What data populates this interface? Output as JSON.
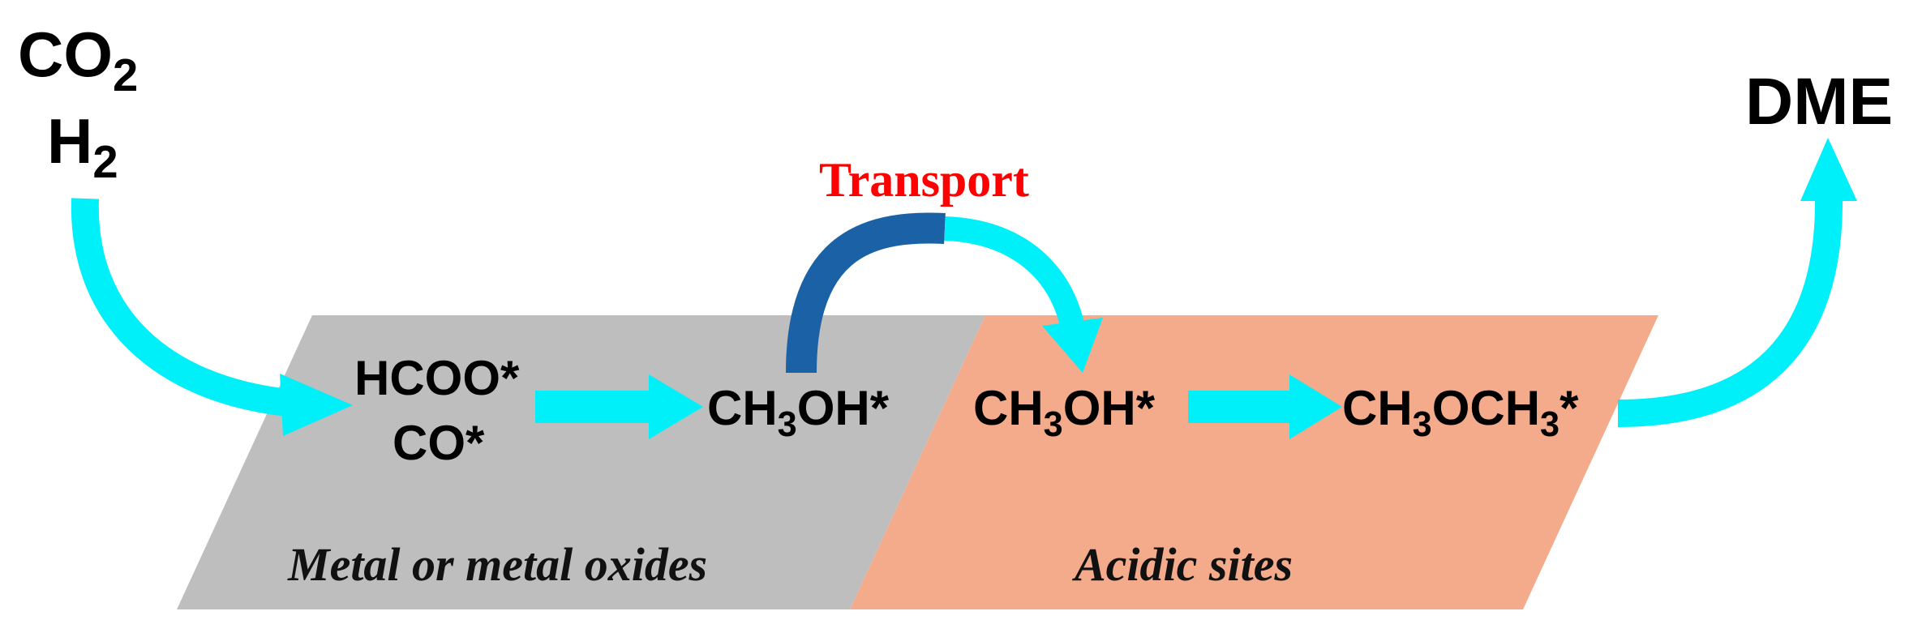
{
  "colors": {
    "metal_region": "#bebebe",
    "acid_region": "#f4ab8b",
    "flow_arrow": "#00f0fa",
    "transport_arrow": "#1a62a5",
    "transport_text": "#ff0000"
  },
  "inputs": {
    "co2": {
      "main": "CO",
      "sub": "2"
    },
    "h2": {
      "main": "H",
      "sub": "2"
    }
  },
  "output": {
    "dme": "DME"
  },
  "transport_label": "Transport",
  "metal_region": {
    "label": "Metal or metal oxides",
    "intermediates": {
      "hcoo": "HCOO*",
      "co": "CO*",
      "methanol": {
        "a": "CH",
        "sub": "3",
        "b": "OH*"
      }
    }
  },
  "acid_region": {
    "label": "Acidic sites",
    "intermediates": {
      "methanol": {
        "a": "CH",
        "sub": "3",
        "b": "OH*"
      },
      "dme_ads": {
        "a": "CH",
        "sub1": "3",
        "b": "OCH",
        "sub2": "3",
        "c": "*"
      }
    }
  },
  "icons": {
    "entry_arrow": "curved-arrow-icon",
    "exit_arrow": "curved-arrow-up-icon",
    "transport_arrow": "arc-arrow-icon",
    "step_arrow": "right-arrow-icon"
  }
}
